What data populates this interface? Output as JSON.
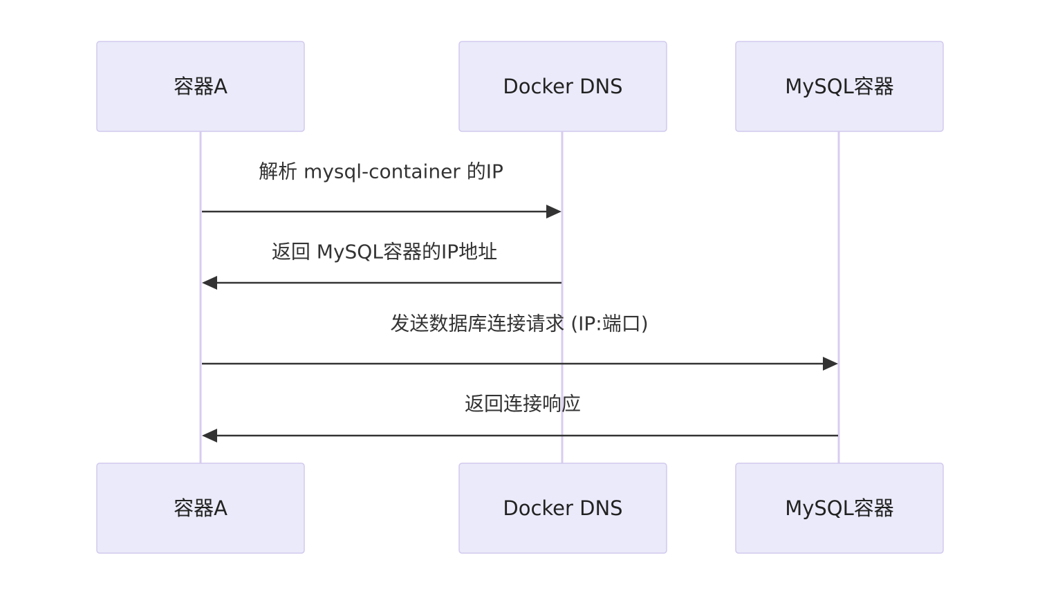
{
  "participants": [
    {
      "id": "a",
      "label": "容器A"
    },
    {
      "id": "dns",
      "label": "Docker DNS"
    },
    {
      "id": "mysql",
      "label": "MySQL容器"
    }
  ],
  "messages": [
    {
      "from": "a",
      "to": "dns",
      "label": "解析 mysql-container 的IP"
    },
    {
      "from": "dns",
      "to": "a",
      "label": "返回 MySQL容器的IP地址"
    },
    {
      "from": "a",
      "to": "mysql",
      "label": "发送数据库连接请求 (IP:端口)"
    },
    {
      "from": "mysql",
      "to": "a",
      "label": "返回连接响应"
    }
  ],
  "colors": {
    "actor_fill": "#eaeafa",
    "actor_stroke": "#d2c9ee",
    "lifeline": "#d8ccf2",
    "arrow": "#333333"
  }
}
